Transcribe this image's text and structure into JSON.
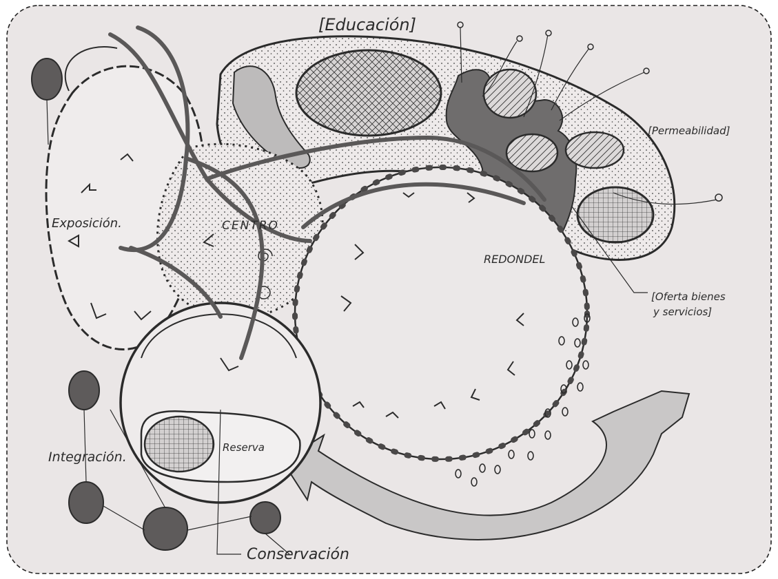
{
  "labels": {
    "educacion": "[Educación]",
    "permeabilidad": "[Permeabilidad]",
    "exposicion": "Exposición.",
    "centro": "CENTRO",
    "redondel": "REDONDEL",
    "oferta_line1": "[Oferta bienes",
    "oferta_line2": "y servicios]",
    "reserva": "Reserva",
    "integracion": "Integración.",
    "conservacion": "Conservación"
  },
  "colors": {
    "paper": "#eae6e6",
    "ink": "#2b2b2b",
    "dark_fill": "#6f6d6d",
    "light_fill": "#bdbbbb",
    "node_fill": "#5e5b5b",
    "arrow_fill": "#c9c7c7"
  }
}
